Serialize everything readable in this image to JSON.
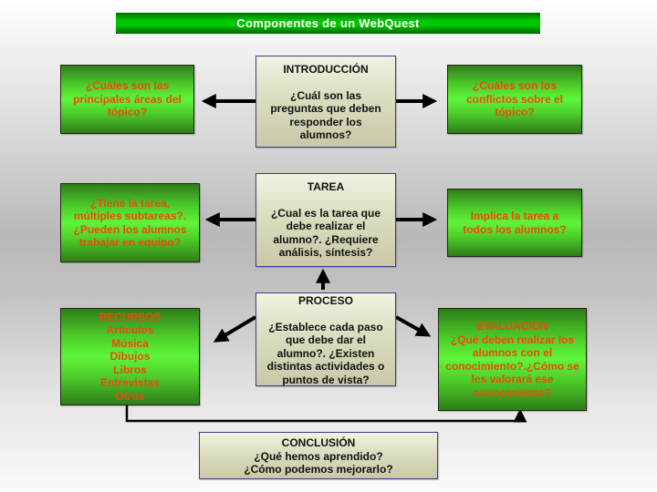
{
  "title": "Componentes de un WebQuest",
  "colors": {
    "title_bar": "#00c400",
    "green_box": "#5ef53a",
    "green_text": "#ee4a0a",
    "tan_box": "#dcdcc0",
    "tan_border": "#3a3a8a",
    "arrow": "#000000"
  },
  "center_boxes": {
    "introduccion": {
      "heading": "INTRODUCCIÓN",
      "lines": [
        "¿Cuál son las",
        "preguntas que deben",
        "responder los",
        "alumnos?"
      ]
    },
    "tarea": {
      "heading": "TAREA",
      "lines": [
        "¿Cual es la tarea que",
        "debe realizar el",
        "alumno?. ¿Requiere",
        "análisis, síntesis?"
      ]
    },
    "proceso": {
      "heading": "PROCESO",
      "lines": [
        "¿Establece cada paso",
        "que debe dar el",
        "alumno?. ¿Existen",
        "distintas actividades o",
        "puntos de vista?"
      ]
    },
    "conclusion": {
      "heading": "CONCLUSIÓN",
      "lines": [
        "¿Qué hemos aprendido?",
        "¿Cómo podemos mejorarlo?"
      ]
    }
  },
  "side_boxes": {
    "intro_left": {
      "lines": [
        "¿Cuáles son las",
        "principales áreas del",
        "tópico?"
      ]
    },
    "intro_right": {
      "lines": [
        "¿Cuáles son los",
        "conflictos sobre el",
        "tópico?"
      ]
    },
    "tarea_left": {
      "lines": [
        "¿Tiene la tarea,",
        "múltiples subtareas?.",
        "¿Pueden los alumnos",
        "trabajar en equipo?"
      ]
    },
    "tarea_right": {
      "lines": [
        "Implica la tarea a",
        "todos los alumnos?"
      ]
    },
    "recursos": {
      "heading": "RECURSOS",
      "lines": [
        "Artículos",
        "Música",
        "Dibujos",
        "Libros",
        "Entrevistas",
        "Otros"
      ]
    },
    "evaluacion": {
      "heading": "EVALUACIÓN",
      "lines": [
        "¿Qué deben realizar los",
        "alumnos con el",
        "conocimiento?.¿Cómo se",
        "les valorará ese",
        "conocimiento?"
      ]
    }
  }
}
